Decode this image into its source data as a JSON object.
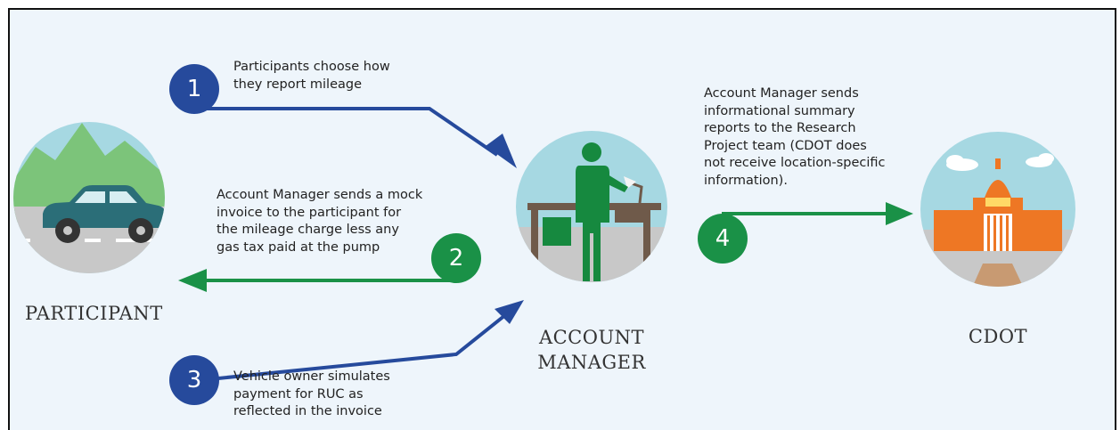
{
  "colors": {
    "panel_bg": "#eef5fb",
    "blue_arrow": "#264a9c",
    "green_arrow": "#1a9147",
    "sky": "#a6d8e2",
    "road": "#c8c8c8",
    "mountains": "#7cc47a",
    "car": "#2b6e78",
    "figure": "#16893f",
    "desk": "#6f5a4a",
    "capitol": "#ee7724"
  },
  "nodes": {
    "participant": {
      "label": "PARTICIPANT",
      "icon": "car-icon"
    },
    "account_manager": {
      "label": "ACCOUNT\nMANAGER",
      "icon": "person-at-desk-icon"
    },
    "cdot": {
      "label": "CDOT",
      "icon": "capitol-building-icon"
    }
  },
  "steps": [
    {
      "number": "1",
      "color": "blue",
      "text": "Participants choose how\nthey report mileage"
    },
    {
      "number": "2",
      "color": "green",
      "text": "Account Manager sends a mock\ninvoice to the participant for\nthe mileage charge less any\ngas tax paid at the pump"
    },
    {
      "number": "3",
      "color": "blue",
      "text": "Vehicle owner simulates\npayment for RUC as\nreflected in the invoice"
    },
    {
      "number": "4",
      "color": "green",
      "text": "Account Manager sends\ninformational summary\nreports to the Research\nProject team (CDOT does\nnot receive location-specific\ninformation)."
    }
  ]
}
